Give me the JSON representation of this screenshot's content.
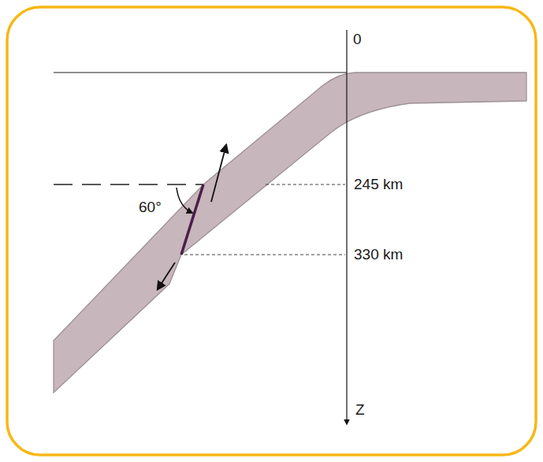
{
  "diagram": {
    "labels": [
      "0",
      "245 km",
      "330 km",
      "60°",
      "Z"
    ]
  }
}
